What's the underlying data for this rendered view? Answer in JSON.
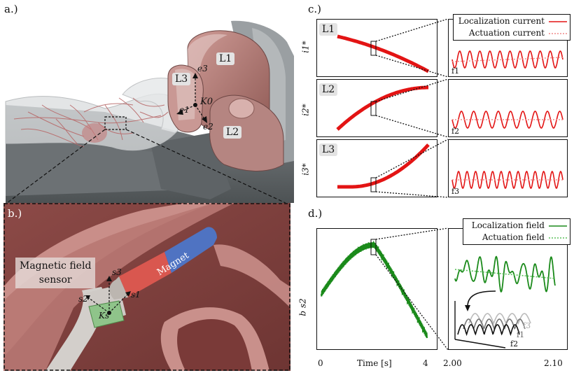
{
  "panels": {
    "a": "a.)",
    "b": "b.)",
    "c": "c.)",
    "d": "d.)"
  },
  "panel_a": {
    "coil_labels": [
      "L1",
      "L2",
      "L3"
    ],
    "axis_labels": {
      "e1": "e1",
      "e2": "e2",
      "e3": "e3",
      "k0": "K0"
    }
  },
  "panel_b": {
    "sensor_label_line1": "Magnetic field",
    "sensor_label_line2": "sensor",
    "magnet_label": "Magnet",
    "axis_labels": {
      "s1": "s1",
      "s2": "s2",
      "s3": "s3",
      "ks": "Ks"
    }
  },
  "panel_c": {
    "rows": [
      {
        "coil": "L1",
        "ylabel": "i1*",
        "freq": "f1"
      },
      {
        "coil": "L2",
        "ylabel": "i2*",
        "freq": "f2"
      },
      {
        "coil": "L3",
        "ylabel": "i3*",
        "freq": "f3"
      }
    ],
    "legend": {
      "localization": "Localization current",
      "actuation": "Actuation current"
    },
    "colors": {
      "localization": "#e31414",
      "actuation": "#f08a8a"
    }
  },
  "panel_d": {
    "ylabel": "b s2",
    "xlabel": "Time [s]",
    "x_ticks_left": [
      "0",
      "4"
    ],
    "x_ticks_right": [
      "2.00",
      "2.10"
    ],
    "legend": {
      "localization": "Localization field",
      "actuation": "Actuation field"
    },
    "spectrum_labels": [
      "f1",
      "f2",
      "f3"
    ],
    "colors": {
      "localization": "#1a8a1a",
      "actuation": "#5bbf5b"
    }
  }
}
